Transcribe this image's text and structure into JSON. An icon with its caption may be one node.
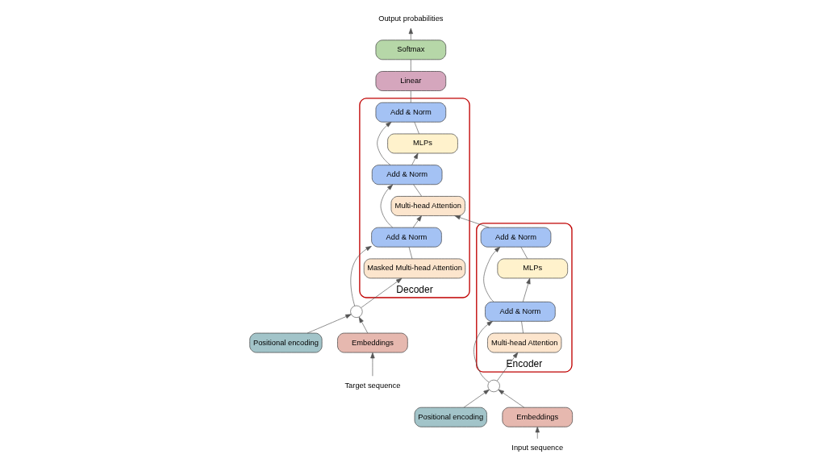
{
  "diagram": {
    "nodes": [
      {
        "text": [
          "Encoder"
        ]
      },
      {
        "text": [
          "Add & Norm"
        ],
        "in": 0
      },
      {
        "text": [
          "MLPs"
        ],
        "in": 0
      },
      {
        "text": [
          "Add & Norm"
        ],
        "in": 0
      },
      {
        "text": [
          "Multi-head Attention"
        ],
        "in": 0
      },
      {
        "text": [
          "Positional encoding"
        ]
      },
      {
        "text": [],
        "shape": "circle"
      },
      {
        "text": [
          "Embeddings"
        ]
      },
      {
        "text": [
          "Input sequence"
        ]
      },
      {
        "text": [
          "Decoder"
        ]
      },
      {
        "text": [
          "Add & Norm"
        ],
        "in": 9
      },
      {
        "text": [
          "MLPs"
        ],
        "in": 9
      },
      {
        "text": [
          "Add & Norm"
        ],
        "in": 9
      },
      {
        "text": [
          "Multi-head Attention"
        ],
        "in": 9
      },
      {
        "text": [
          "Add & Norm"
        ],
        "in": 9
      },
      {
        "text": [
          "Masked Multi-head Attention"
        ],
        "in": 9
      },
      {
        "text": [
          "Linear"
        ]
      },
      {
        "text": [
          "Softmax"
        ]
      },
      {
        "text": [
          "Output probabilities"
        ]
      },
      {
        "text": [
          "Positional encoding"
        ]
      },
      {
        "text": [],
        "shape": "circle"
      },
      {
        "text": [
          "Embeddings"
        ]
      },
      {
        "text": [
          "Target sequence"
        ]
      }
    ],
    "edges": [
      {
        "from": 8,
        "to": 7,
        "arrow": "to"
      },
      {
        "from": 7,
        "to": 6,
        "arrow": "to"
      },
      {
        "from": 5,
        "to": 6,
        "arrow": "to"
      },
      {
        "from": 6,
        "to": 4,
        "arrow": "to"
      },
      {
        "from": 6,
        "to": 3,
        "arrow": "to"
      },
      {
        "from": 4,
        "to": 3,
        "arrow": "none"
      },
      {
        "from": 3,
        "to": 2,
        "arrow": "to"
      },
      {
        "from": 3,
        "to": 1,
        "arrow": "to"
      },
      {
        "from": 2,
        "to": 1,
        "arrow": "none"
      },
      {
        "from": 1,
        "to": 13,
        "arrow": "to"
      },
      {
        "from": 22,
        "to": 21,
        "arrow": "to"
      },
      {
        "from": 21,
        "to": 20,
        "arrow": "to"
      },
      {
        "from": 19,
        "to": 20,
        "arrow": "to"
      },
      {
        "from": 20,
        "to": 15,
        "arrow": "to"
      },
      {
        "from": 20,
        "to": 14,
        "arrow": "to"
      },
      {
        "from": 15,
        "to": 14,
        "arrow": "none"
      },
      {
        "from": 14,
        "to": 13,
        "arrow": "to"
      },
      {
        "from": 14,
        "to": 12,
        "arrow": "to"
      },
      {
        "from": 13,
        "to": 12,
        "arrow": "none"
      },
      {
        "from": 12,
        "to": 11,
        "arrow": "to"
      },
      {
        "from": 12,
        "to": 10,
        "arrow": "to"
      },
      {
        "from": 11,
        "to": 10,
        "arrow": "none"
      },
      {
        "from": 10,
        "to": 16,
        "arrow": "none"
      },
      {
        "from": 16,
        "to": 17,
        "arrow": "none"
      },
      {
        "from": 17,
        "to": 18,
        "arrow": "to"
      }
    ]
  }
}
